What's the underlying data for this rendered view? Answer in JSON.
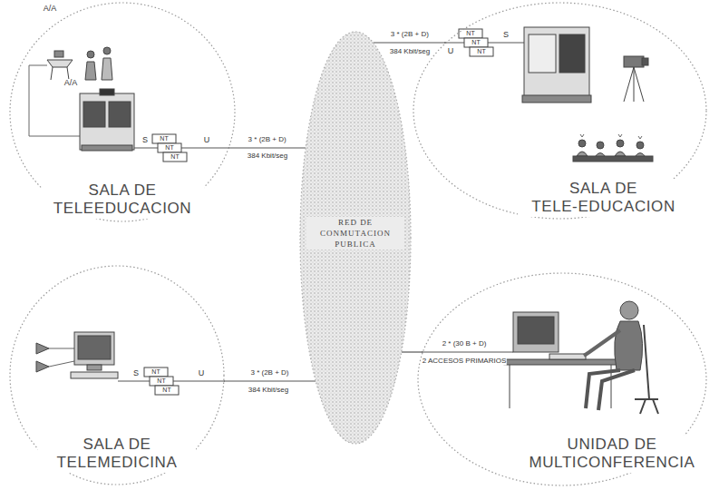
{
  "diagram": {
    "nodes": [
      {
        "text": [
          "SALA DE TELEEDUCACION"
        ]
      },
      {
        "text": [
          "RED DE CONMUTACION PUBLICA"
        ]
      },
      {
        "text": [
          "SALA DE TELE-EDUCACION"
        ]
      },
      {
        "text": [
          "SALA DE TELEMEDICINA"
        ]
      },
      {
        "text": [
          "UNIDAD DE MULTICONFERENCIA"
        ]
      }
    ],
    "edges": [
      {
        "from": 0,
        "to": 1,
        "arrow": "none",
        "label": "3 * (2B + D)"
      },
      {
        "from": 1,
        "to": 2,
        "arrow": "none",
        "label": "3 * (2B + D)"
      },
      {
        "from": 3,
        "to": 1,
        "arrow": "none",
        "label": "3 * (2B + D)"
      },
      {
        "from": 1,
        "to": 4,
        "arrow": "none",
        "label": "2 * (30 B + D)"
      }
    ],
    "labels": [
      "A/A",
      "A/A",
      "S",
      "NT",
      "NT",
      "NT",
      "U",
      "384 Kbit/seg",
      "384 Kbit/seg",
      "U",
      "NT",
      "NT",
      "NT",
      "S",
      "S",
      "NT",
      "NT",
      "NT",
      "U",
      "384 Kbit/seg",
      "2 ACCESOS PRIMARIOS"
    ]
  }
}
